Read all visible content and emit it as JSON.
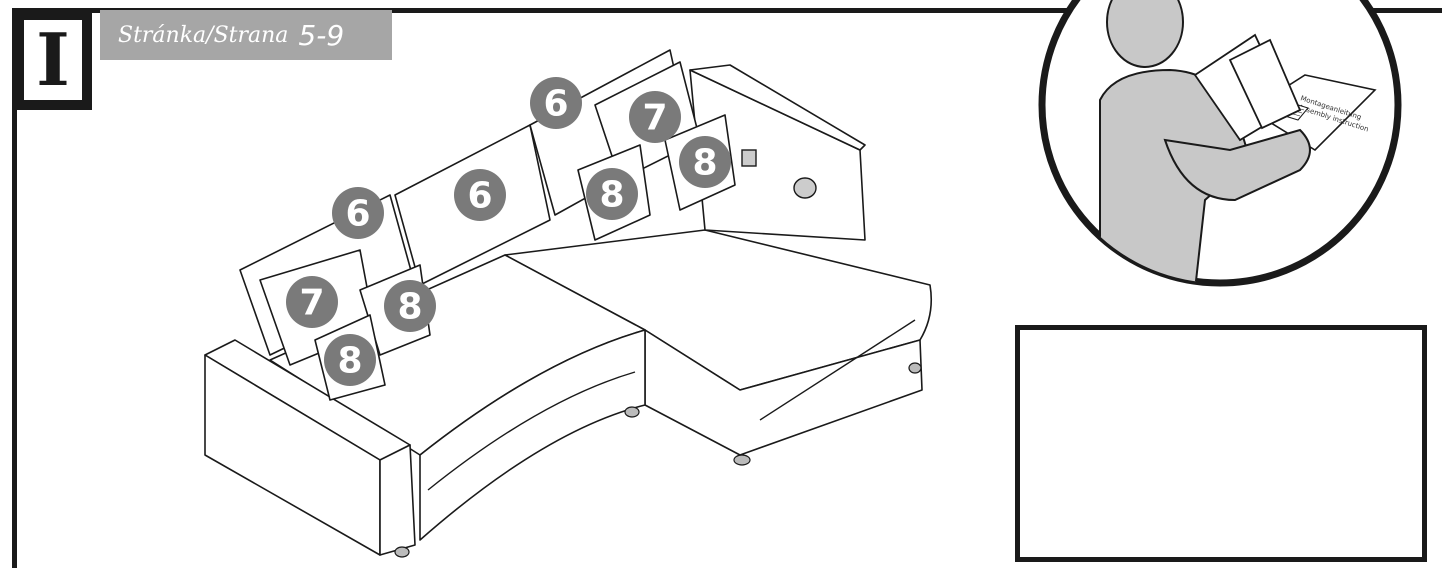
{
  "step": {
    "letter": "I"
  },
  "page_reference": {
    "label": "Stránka/Strana",
    "range": "5-9"
  },
  "part_labels": [
    "6",
    "6",
    "6",
    "7",
    "7",
    "8",
    "8",
    "8",
    "8"
  ],
  "manual_sheet": {
    "line1": "Montageanleitung",
    "line2": "Assembly instruction"
  },
  "colors": {
    "badge": "#7a7a7a",
    "frame": "#1a1a1a",
    "header_bar": "#a6a6a6",
    "person": "#c8c8c8"
  },
  "icons": [
    "person-reading-instructions-icon"
  ]
}
